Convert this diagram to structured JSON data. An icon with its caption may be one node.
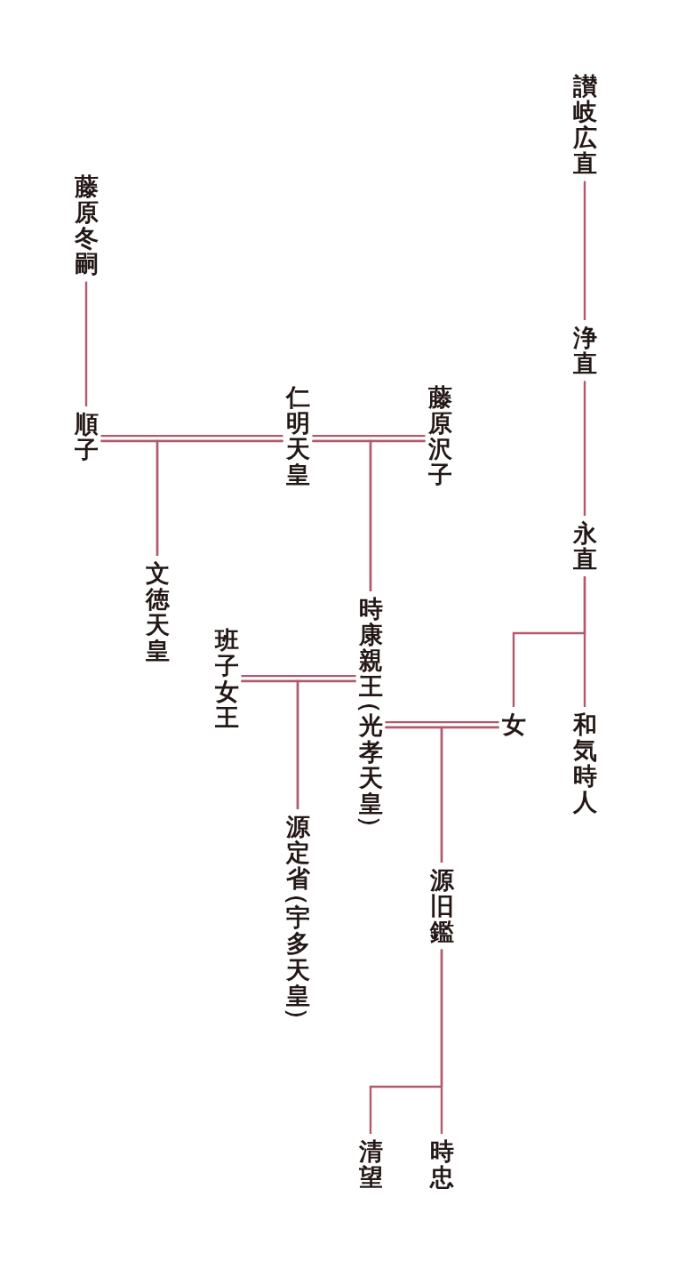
{
  "diagram": {
    "nodes": [
      {
        "text": [
          "讃岐広直"
        ]
      },
      {
        "text": [
          "藤原冬嗣"
        ]
      },
      {
        "text": [
          "浄直"
        ]
      },
      {
        "text": [
          "仁明天皇"
        ]
      },
      {
        "text": [
          "藤原沢子"
        ]
      },
      {
        "text": [
          "順子"
        ]
      },
      {
        "text": [
          "永直"
        ]
      },
      {
        "text": [
          "文徳天皇"
        ]
      },
      {
        "text": [
          "時康親王（光孝天皇）"
        ]
      },
      {
        "text": [
          "班子女王"
        ]
      },
      {
        "text": [
          "女"
        ]
      },
      {
        "text": [
          "和気時人"
        ]
      },
      {
        "text": [
          "源定省（宇多天皇）"
        ]
      },
      {
        "text": [
          "源旧鑑"
        ]
      },
      {
        "text": [
          "清望"
        ]
      },
      {
        "text": [
          "時忠"
        ]
      }
    ],
    "edges": [
      {
        "from": 0,
        "to": 2,
        "arrow": "none"
      },
      {
        "from": 2,
        "to": 6,
        "arrow": "none"
      },
      {
        "from": 1,
        "to": 5,
        "arrow": "none"
      },
      {
        "from": 5,
        "to": 3,
        "arrow": "none"
      },
      {
        "from": 3,
        "to": 4,
        "arrow": "none"
      },
      {
        "from": 5,
        "to": 7,
        "arrow": "none"
      },
      {
        "from": 3,
        "to": 7,
        "arrow": "none"
      },
      {
        "from": 3,
        "to": 8,
        "arrow": "none"
      },
      {
        "from": 4,
        "to": 8,
        "arrow": "none"
      },
      {
        "from": 6,
        "to": 10,
        "arrow": "none"
      },
      {
        "from": 6,
        "to": 11,
        "arrow": "none"
      },
      {
        "from": 9,
        "to": 8,
        "arrow": "none"
      },
      {
        "from": 8,
        "to": 10,
        "arrow": "none"
      },
      {
        "from": 9,
        "to": 12,
        "arrow": "none"
      },
      {
        "from": 8,
        "to": 12,
        "arrow": "none"
      },
      {
        "from": 8,
        "to": 13,
        "arrow": "none"
      },
      {
        "from": 10,
        "to": 13,
        "arrow": "none"
      },
      {
        "from": 13,
        "to": 14,
        "arrow": "none"
      },
      {
        "from": 13,
        "to": 15,
        "arrow": "none"
      }
    ]
  }
}
